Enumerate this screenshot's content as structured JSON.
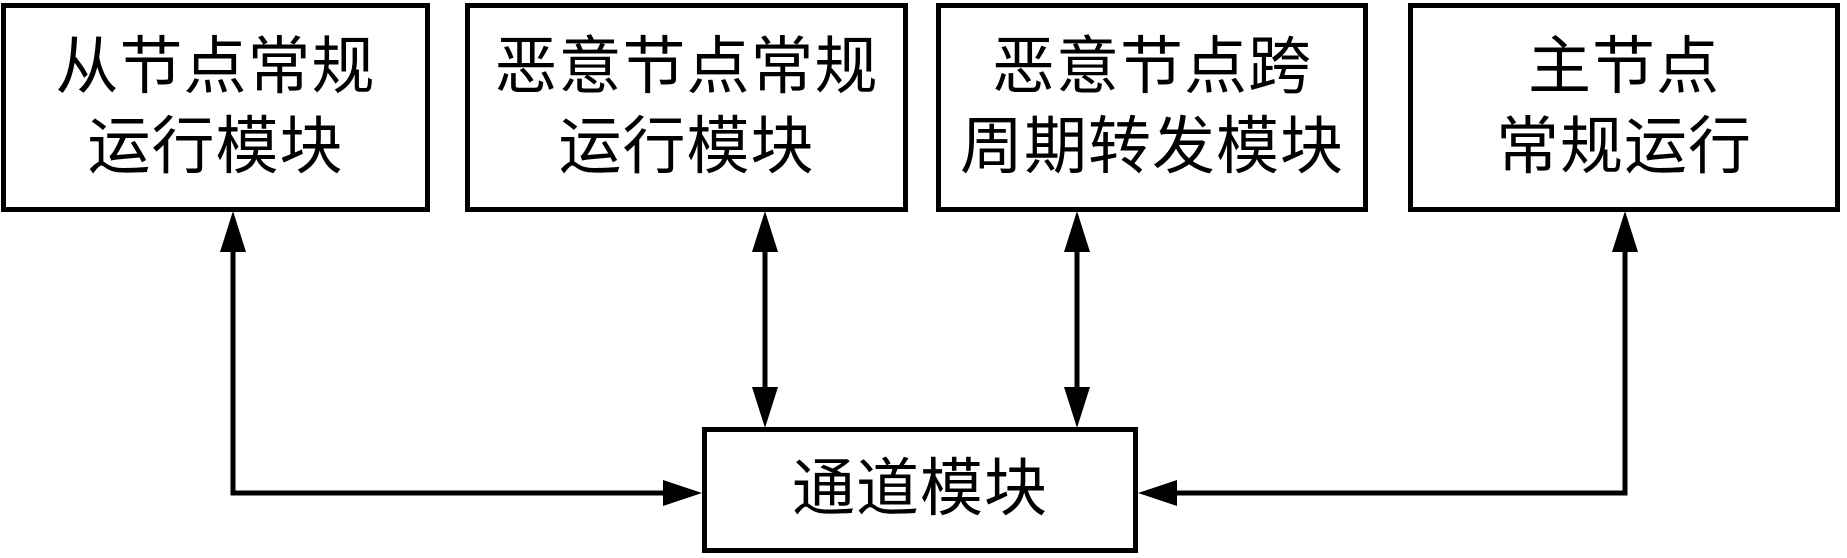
{
  "figure": {
    "colors": {
      "background": "#ffffff",
      "line": "#000000",
      "text": "#000000"
    },
    "modules": {
      "slave_node": {
        "line1": "从节点常规",
        "line2": "运行模块"
      },
      "malicious_node_regular": {
        "line1": "恶意节点常规",
        "line2": "运行模块"
      },
      "malicious_node_cross_cycle": {
        "line1": "恶意节点跨",
        "line2": "周期转发模块"
      },
      "master_node": {
        "line1": "主节点",
        "line2": "常规运行"
      },
      "channel": {
        "label": "通道模块"
      }
    },
    "connections": [
      {
        "from": "slave-node-regular-operation-module",
        "to": "channel-module",
        "style": "elbow",
        "arrowheads": "both-ends"
      },
      {
        "from": "malicious-node-regular-operation-module",
        "to": "channel-module",
        "style": "straight-vertical",
        "arrowheads": "both-ends"
      },
      {
        "from": "malicious-node-cross-cycle-forwarding-module",
        "to": "channel-module",
        "style": "straight-vertical",
        "arrowheads": "both-ends"
      },
      {
        "from": "master-node-regular-operation-module",
        "to": "channel-module",
        "style": "elbow",
        "arrowheads": "both-ends"
      }
    ]
  }
}
